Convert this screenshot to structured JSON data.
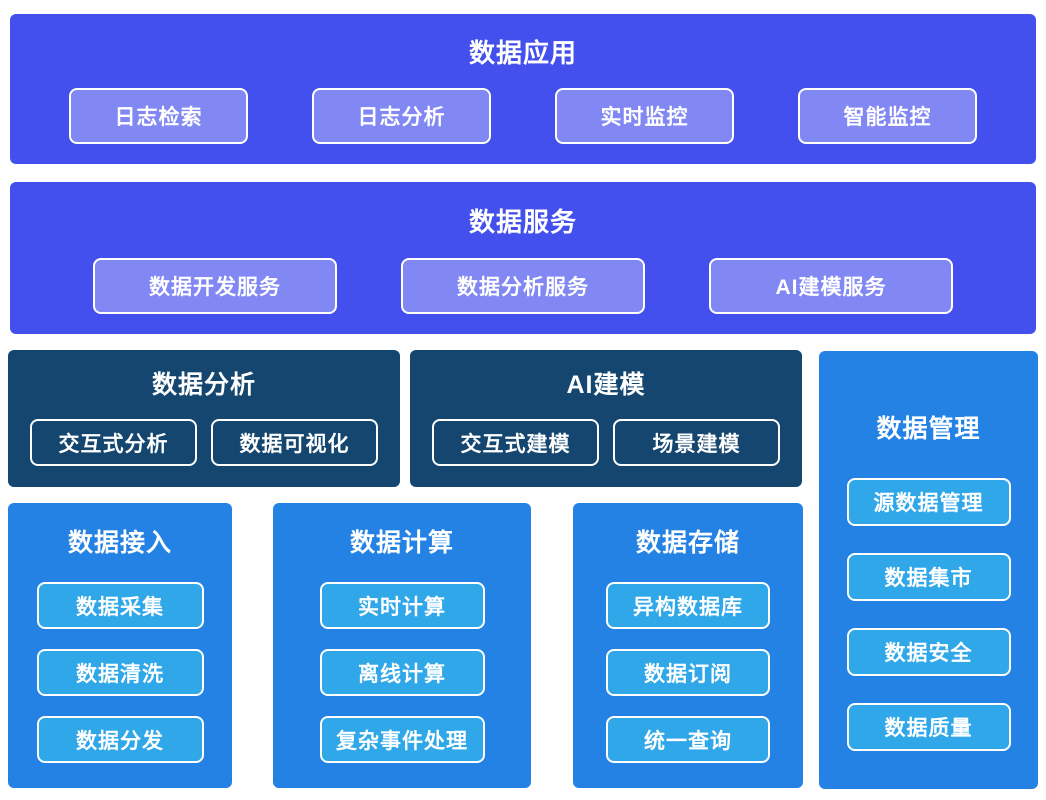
{
  "palette": {
    "application_layer_bg": "#4450ee",
    "application_chip_bg": "#8187f3",
    "analysis_box_bg": "#14466f",
    "platform_box_bg": "#2382e4",
    "platform_chip_bg": "#2fa7e9",
    "text": "#ffffff",
    "page_bg": "#ffffff"
  },
  "sections": {
    "data_application": {
      "title": "数据应用",
      "items": [
        "日志检索",
        "日志分析",
        "实时监控",
        "智能监控"
      ]
    },
    "data_service": {
      "title": "数据服务",
      "items": [
        "数据开发服务",
        "数据分析服务",
        "AI建模服务"
      ]
    },
    "data_analysis": {
      "title": "数据分析",
      "items": [
        "交互式分析",
        "数据可视化"
      ]
    },
    "ai_modeling": {
      "title": "AI建模",
      "items": [
        "交互式建模",
        "场景建模"
      ]
    },
    "data_management": {
      "title": "数据管理",
      "items": [
        "源数据管理",
        "数据集市",
        "数据安全",
        "数据质量"
      ]
    },
    "data_access": {
      "title": "数据接入",
      "items": [
        "数据采集",
        "数据清洗",
        "数据分发"
      ]
    },
    "data_computing": {
      "title": "数据计算",
      "items": [
        "实时计算",
        "离线计算",
        "复杂事件处理"
      ]
    },
    "data_storage": {
      "title": "数据存储",
      "items": [
        "异构数据库",
        "数据订阅",
        "统一查询"
      ]
    }
  }
}
